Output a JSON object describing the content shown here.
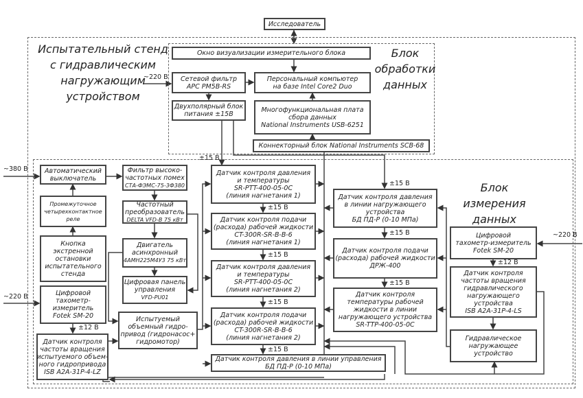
{
  "researcher": "Исследователь",
  "stand_title": [
    "Испытательный стенд",
    "с гидравлическим",
    "нагружающим",
    "устройством"
  ],
  "processing_title": [
    "Блок",
    "обработки",
    "данных"
  ],
  "measurement_title": [
    "Блок",
    "измерения",
    "данных"
  ],
  "voltages": {
    "v220": "~220 В",
    "v380": "~380 В",
    "v15": "±15 В",
    "v12": "±12 В"
  },
  "processing": {
    "window": "Окно визуализации измерительного блока",
    "filter": [
      "Сетевой фильтр",
      "APC PM5B-RS"
    ],
    "pc": [
      "Персональный компьютер",
      "на базе Intel Core2 Duo"
    ],
    "psu": [
      "Двухполярный блок",
      "питания ±15В"
    ],
    "daq": [
      "Многофункциональная плата",
      "сбора данных",
      "National Instruments USB-6251"
    ],
    "connector": "Коннекторный блок National Instruments SCB-68"
  },
  "left": {
    "breaker": [
      "Автоматический",
      "выключатель"
    ],
    "relay": [
      "Промежуточное",
      "четырехконтактное",
      "реле"
    ],
    "estop": [
      "Кнопка",
      "экстренной",
      "остановки",
      "испытательного",
      "стенда"
    ],
    "tacho": [
      "Цифровой",
      "тахометр-",
      "измеритель",
      "Fotek SM-20"
    ],
    "speed_sensor": [
      "Датчик контроля",
      "частоты вращения",
      "испытуемого объем-",
      "ного гидропривода",
      "ISB A2A-31P-4-LZ"
    ],
    "hf_filter": [
      "Фильтр высоко-",
      "частотных помех",
      "СТА-ФЭМС-75-3Ф380"
    ],
    "inverter": [
      "Частотный",
      "преобразователь",
      "DELTA VFD-B 75 кВт"
    ],
    "motor": [
      "Двигатель",
      "асинхронный",
      "4АМН225М4У3 75 кВт"
    ],
    "panel": [
      "Цифровая панель",
      "управления",
      "VFD-PU01"
    ],
    "drive": [
      "Испытуемый",
      "объемный гидро-",
      "привод (гидронасос+",
      "гидромотор)"
    ]
  },
  "center": [
    [
      "Датчик контроля давления",
      "и температуры",
      "SR-PTT-400-05-0C",
      "(линия нагнетания 1)"
    ],
    [
      "Датчик контроля подачи",
      "(расхода) рабочей жидкости",
      "CT-300R-SR-B-B-6",
      "(линия нагнетания 1)"
    ],
    [
      "Датчик контроля давления",
      "и температуры",
      "SR-PTT-400-05-0C",
      "(линия нагнетания 2)"
    ],
    [
      "Датчик контроля подачи",
      "(расхода) рабочей жидкости",
      "CT-300R-SR-B-B-6",
      "(линия нагнетания 2)"
    ],
    [
      "Датчик контроля давления в линии управления",
      "БД ПД-Р (0-10 МПа)"
    ]
  ],
  "right": [
    [
      "Датчик контроля давления",
      "в линии нагружающего",
      "устройства",
      "БД ПД-Р (0-10 МПа)"
    ],
    [
      "Датчик контроля подачи",
      "(расхода) рабочей жидкости",
      "ДРЖ-400"
    ],
    [
      "Датчик контроля",
      "температуры рабочей",
      "жидкости в линии",
      "нагружающего устройства",
      "SR-TTP-400-05-0C"
    ]
  ],
  "far_right": {
    "tacho": [
      "Цифровой",
      "тахометр-измеритель",
      "Fotek SM-20"
    ],
    "speed_sensor": [
      "Датчик контроля",
      "частоты вращения",
      "гидравлического",
      "нагружающего",
      "устройства",
      "ISB A2A-31P-4-LS"
    ],
    "load": [
      "Гидравлическое",
      "нагружающее",
      "устройство"
    ]
  }
}
